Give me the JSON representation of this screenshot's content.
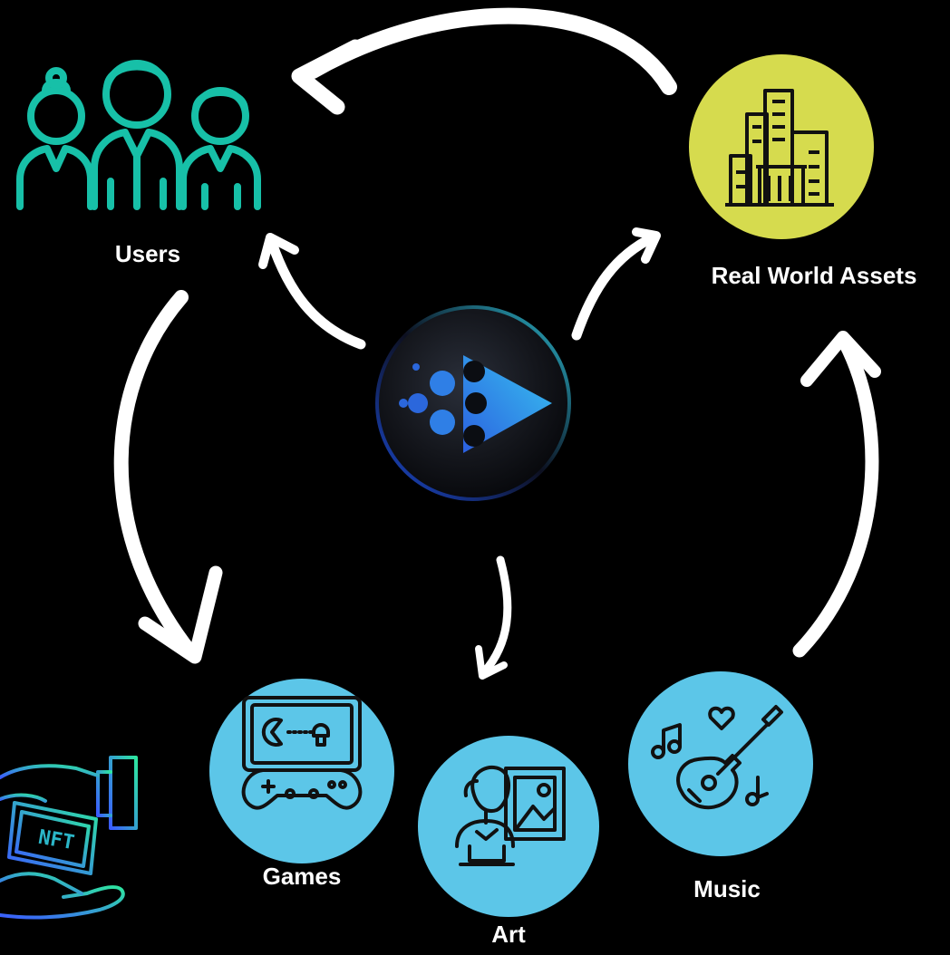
{
  "diagram": {
    "nodes": {
      "users": {
        "label": "Users",
        "icon": "users-group-icon"
      },
      "real_world_assets": {
        "label": "Real World Assets",
        "icon": "city-buildings-icon"
      },
      "games": {
        "label": "Games",
        "icon": "game-console-icon"
      },
      "art": {
        "label": "Art",
        "icon": "art-bust-painting-icon"
      },
      "music": {
        "label": "Music",
        "icon": "guitar-music-icon"
      },
      "hub": {
        "icon": "play-logo-icon"
      },
      "nft": {
        "label": "NFT",
        "icon": "nft-hands-icon"
      }
    },
    "colors": {
      "background": "#000000",
      "users_icon": "#17c0a8",
      "rwa_circle": "#d6db4e",
      "media_circle": "#5cc6e8",
      "icon_stroke": "#111111",
      "arrow": "#ffffff",
      "label": "#ffffff",
      "hub_logo": "#3aa6ea"
    }
  }
}
